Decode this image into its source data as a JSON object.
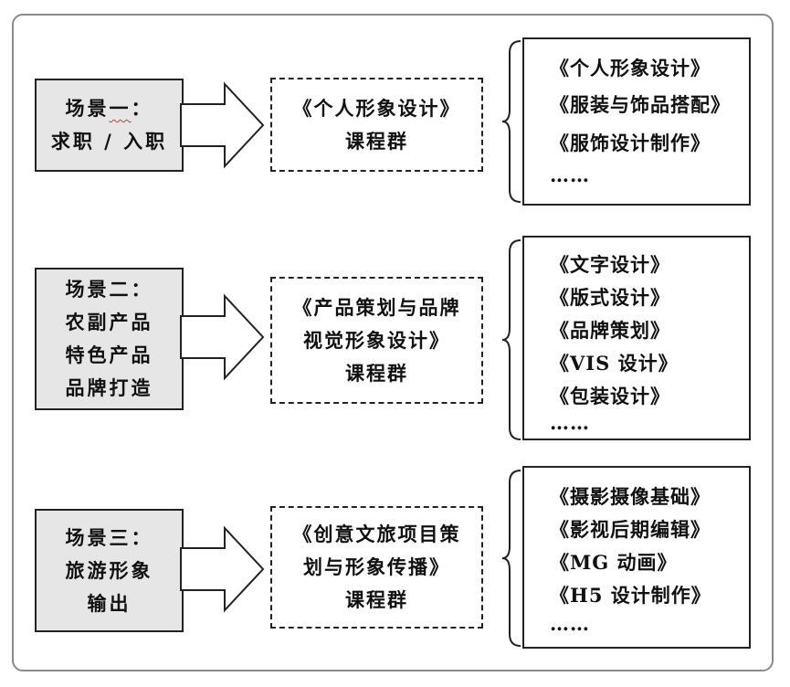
{
  "rows": [
    {
      "scene": [
        "场景一：",
        "求职 / 入职"
      ],
      "course": [
        "《个人形象设计》",
        "课程群"
      ],
      "items": [
        "《个人形象设计》",
        "《服装与饰品搭配》",
        "《服饰设计制作》",
        "……"
      ]
    },
    {
      "scene": [
        "场景二：",
        "农副产品",
        "特色产品",
        "品牌打造"
      ],
      "course": [
        "《产品策划与品牌",
        "视觉形象设计》",
        "课程群"
      ],
      "items": [
        "《文字设计》",
        "《版式设计》",
        "《品牌策划》",
        "《VIS 设计》",
        "《包装设计》",
        "……"
      ]
    },
    {
      "scene": [
        "场景三：",
        "旅游形象",
        "输出"
      ],
      "course": [
        "《创意文旅项目策",
        "划与形象传播》",
        "课程群"
      ],
      "items": [
        "《摄影摄像基础》",
        "《影视后期编辑》",
        "《MG 动画》",
        "《H5 设计制作》",
        "……"
      ]
    }
  ],
  "colors": {
    "scene_fill": "#e6e6e6",
    "border": "#222222",
    "frame": "#8a8a8a",
    "spellcheck_underline": "#e03030"
  },
  "icons": [
    "right-arrow-icon",
    "curly-brace-icon"
  ]
}
